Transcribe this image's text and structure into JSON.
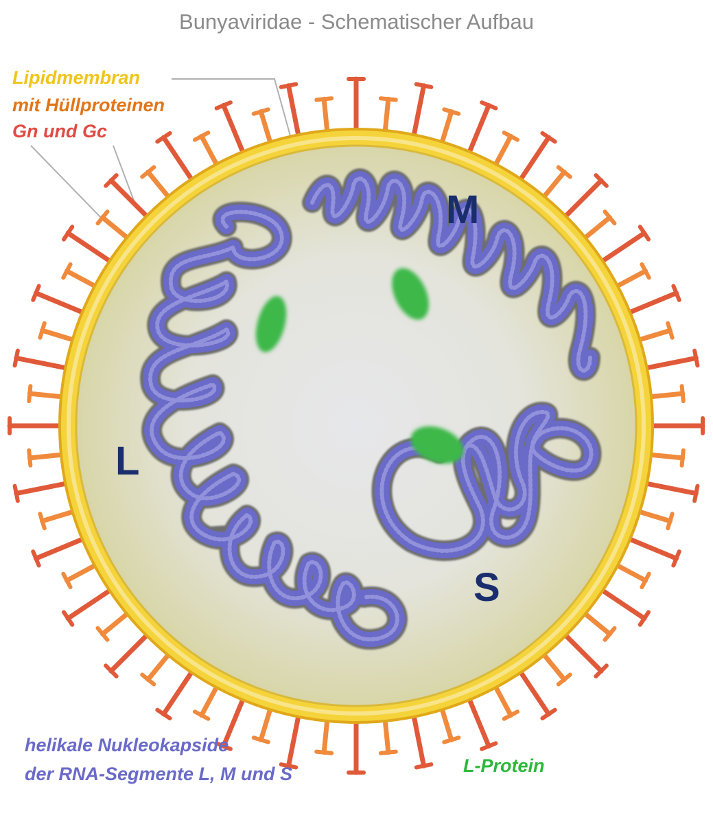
{
  "title": "Bunyaviridae - Schematischer Aufbau",
  "labels": {
    "membrane_line1": "Lipidmembran",
    "membrane_line2": "mit Hüllproteinen",
    "membrane_line3": "Gn und Gc",
    "nucleocapsid_line1": "helikale Nukleokapside",
    "nucleocapsid_line2": "der RNA-Segmente L, M und S",
    "l_protein": "L-Protein"
  },
  "segments": {
    "l": "L",
    "m": "M",
    "s": "S"
  },
  "colors": {
    "title": "#8a8a8a",
    "membrane": "#f0c419",
    "envelope_protein_gn": "#e05a3a",
    "envelope_protein_gc": "#f08a3c",
    "nucleocapsid": "#6a6ac8",
    "l_protein": "#3cb84a",
    "segment_letters": "#1a2e6e",
    "interior": "#e6e6d6"
  }
}
